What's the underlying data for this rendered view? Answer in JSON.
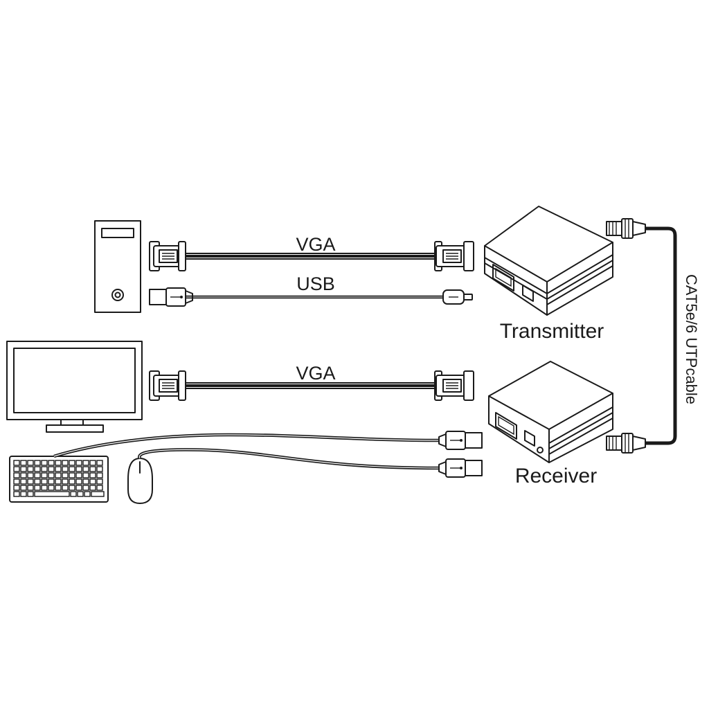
{
  "labels": {
    "vga_top": "VGA",
    "usb": "USB",
    "vga_bottom": "VGA",
    "transmitter": "Transmitter",
    "receiver": "Receiver",
    "cat_cable": "CAT5e/6 UTPcable"
  },
  "icons": [
    "computer-tower-icon",
    "monitor-icon",
    "keyboard-icon",
    "mouse-icon",
    "vga-connector-icon",
    "usb-a-connector-icon",
    "mini-usb-connector-icon",
    "rj45-connector-icon",
    "extender-box-icon"
  ]
}
